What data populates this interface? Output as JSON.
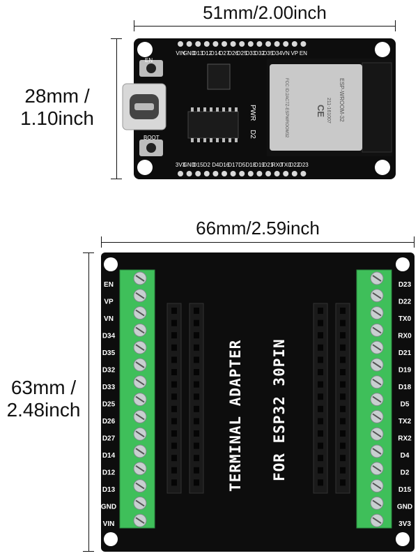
{
  "dimensions": {
    "top_board_width": "51mm/2.00inch",
    "top_board_height_line1": "28mm /",
    "top_board_height_line2": "1.10inch",
    "bottom_board_width": "66mm/2.59inch",
    "bottom_board_height_line1": "63mm /",
    "bottom_board_height_line2": "2.48inch"
  },
  "esp32_board": {
    "top_pins": [
      "VIN",
      "GND",
      "D13",
      "D12",
      "D14",
      "D27",
      "D26",
      "D25",
      "D33",
      "D32",
      "D35",
      "D34",
      "VN",
      "VP",
      "EN"
    ],
    "bottom_pins": [
      "3V3",
      "GND",
      "D15",
      "D2",
      "D4",
      "D16",
      "D17",
      "D5",
      "D18",
      "D19",
      "D21",
      "RX0",
      "TX0",
      "D22",
      "D23"
    ],
    "en_button": "EN",
    "boot_button": "BOOT",
    "pwr_led": "PWR",
    "d2_led": "D2",
    "module_name": "ESP-WROOM-32",
    "module_fcc": "FCC ID:2AC7Z-ESPWROOM32",
    "module_code": "211-161007",
    "module_ce": "CE"
  },
  "adapter_board": {
    "title_line1": "TERMINAL  ADAPTER",
    "title_line2": "FOR ESP32 30PIN",
    "left_labels": [
      "EN",
      "VP",
      "VN",
      "D34",
      "D35",
      "D32",
      "D33",
      "D25",
      "D26",
      "D27",
      "D14",
      "D12",
      "D13",
      "GND",
      "VIN"
    ],
    "right_labels": [
      "D23",
      "D22",
      "TX0",
      "RX0",
      "D21",
      "D19",
      "D18",
      "D5",
      "TX2",
      "RX2",
      "D4",
      "D2",
      "D15",
      "GND",
      "3V3"
    ]
  },
  "colors": {
    "pcb": "#0d0d0d",
    "terminal_green": "#3fbf5a",
    "screw_silver": "#c8cfd0",
    "module_shield": "#c9c9c9",
    "silk": "#ffffff"
  }
}
